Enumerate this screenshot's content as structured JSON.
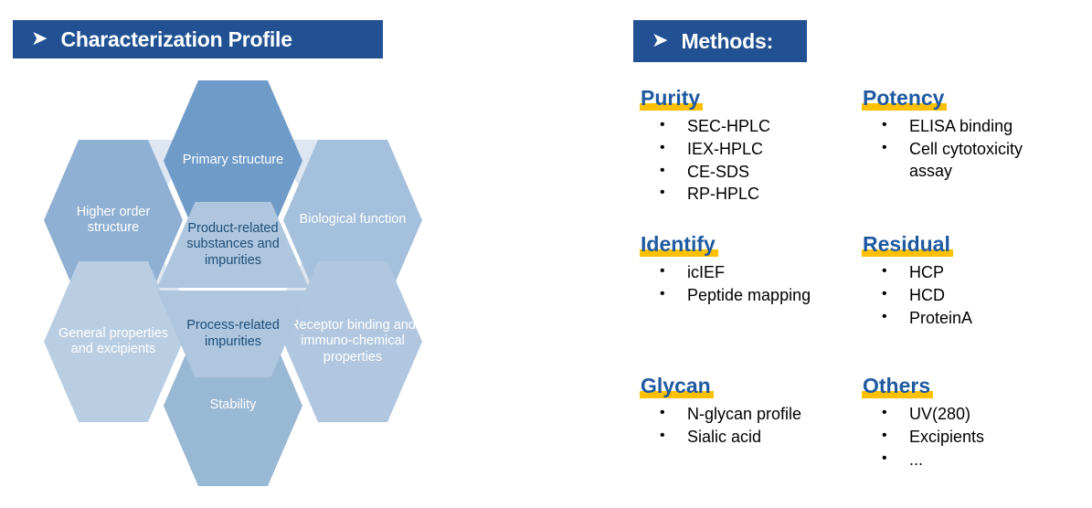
{
  "headers": {
    "left": {
      "arrow_icon": "arrowhead-right-icon",
      "title": "Characterization Profile"
    },
    "right": {
      "arrow_icon": "arrowhead-right-icon",
      "title": "Methods:"
    }
  },
  "colors": {
    "header_bar": "#215193",
    "highlight": "#ffc000",
    "method_title": "#1f5aa0",
    "hex_primary": "#6f9bc8",
    "hex_higher_order": "#8fb0d2",
    "hex_biological": "#a4c0dc",
    "hex_general": "#b9cee3",
    "hex_receptor": "#b0c7df",
    "hex_stability": "#99b8d4",
    "hex_center": "#aec6de",
    "hex_center_text": "#1f4e79",
    "wedge": "#dde6f1"
  },
  "hexagons": {
    "outer": [
      {
        "id": "primary",
        "label": "Primary structure"
      },
      {
        "id": "higher",
        "label": "Higher order structure"
      },
      {
        "id": "bio",
        "label": "Biological function"
      },
      {
        "id": "general",
        "label": "General properties and excipients"
      },
      {
        "id": "receptor",
        "label": "Receptor binding and immuno-chemical properties"
      },
      {
        "id": "stability",
        "label": "Stability"
      }
    ],
    "center": {
      "top": "Product-related substances and impurities",
      "bottom": "Process-related impurities"
    }
  },
  "methods": [
    {
      "title": "Purity",
      "items": [
        "SEC-HPLC",
        "IEX-HPLC",
        "CE-SDS",
        "RP-HPLC"
      ]
    },
    {
      "title": "Potency",
      "items": [
        "ELISA binding",
        "Cell cytotoxicity assay"
      ]
    },
    {
      "title": "Identify",
      "items": [
        "icIEF",
        "Peptide mapping"
      ]
    },
    {
      "title": "Residual",
      "items": [
        "HCP",
        "HCD",
        "ProteinA"
      ]
    },
    {
      "title": "Glycan",
      "items": [
        "N-glycan profile",
        "Sialic acid"
      ]
    },
    {
      "title": "Others",
      "items": [
        "UV(280)",
        "Excipients",
        "..."
      ]
    }
  ]
}
